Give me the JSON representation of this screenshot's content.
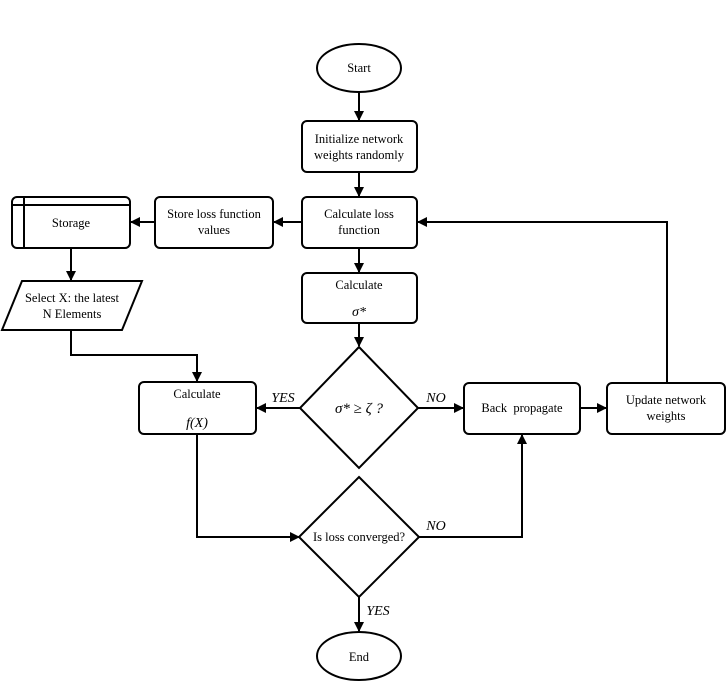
{
  "nodes": {
    "start": "Start",
    "init": [
      "Initialize network",
      "weights randomly"
    ],
    "calc_loss": [
      "Calculate loss",
      "function"
    ],
    "store_loss": [
      "Store loss function",
      "values"
    ],
    "storage": "Storage",
    "select_x": [
      "Select X: the latest",
      "N Elements"
    ],
    "calc_sigma": {
      "title": "Calculate",
      "formula": "σ*"
    },
    "decision_sigma": "σ* ≥ ζ ?",
    "calc_fx": {
      "title": "Calculate",
      "formula": "f(X)"
    },
    "back_prop": "Back  propagate",
    "update": [
      "Update network",
      "weights"
    ],
    "decision_loss": "Is loss converged?",
    "end": "End"
  },
  "edge_labels": {
    "sigma_yes": "YES",
    "sigma_no": "NO",
    "loss_no": "NO",
    "loss_yes": "YES"
  }
}
